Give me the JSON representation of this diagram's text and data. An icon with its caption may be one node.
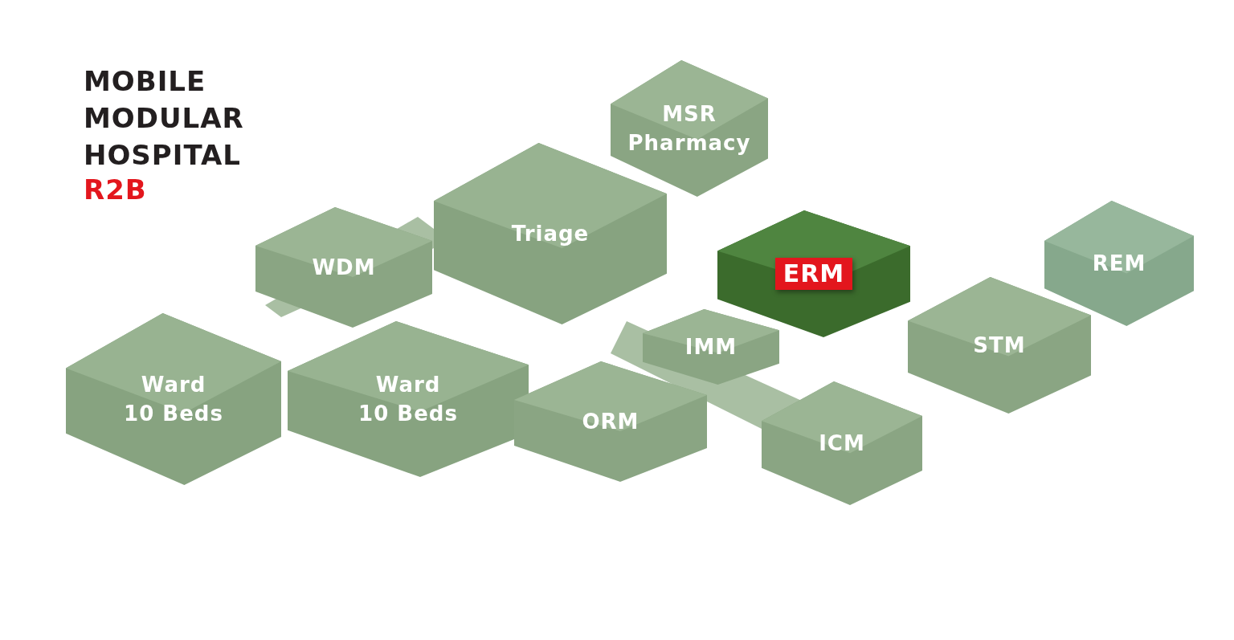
{
  "diagram": {
    "title": "MOBILE MODULAR HOSPITAL",
    "nodes": [
      {
        "text": [
          "MSR Pharmacy"
        ]
      },
      {
        "text": [
          "Triage"
        ]
      },
      {
        "text": [
          "WDM"
        ]
      },
      {
        "text": [
          "REM"
        ]
      },
      {
        "text": [
          "ERM"
        ]
      },
      {
        "text": [
          "STM"
        ]
      },
      {
        "text": [
          "IMM"
        ]
      },
      {
        "text": [
          "Ward 10 Beds"
        ]
      },
      {
        "text": [
          "Ward 10 Beds"
        ]
      },
      {
        "text": [
          "ORM"
        ]
      },
      {
        "text": [
          "ICM"
        ]
      }
    ],
    "labels": [
      "R2B"
    ]
  }
}
